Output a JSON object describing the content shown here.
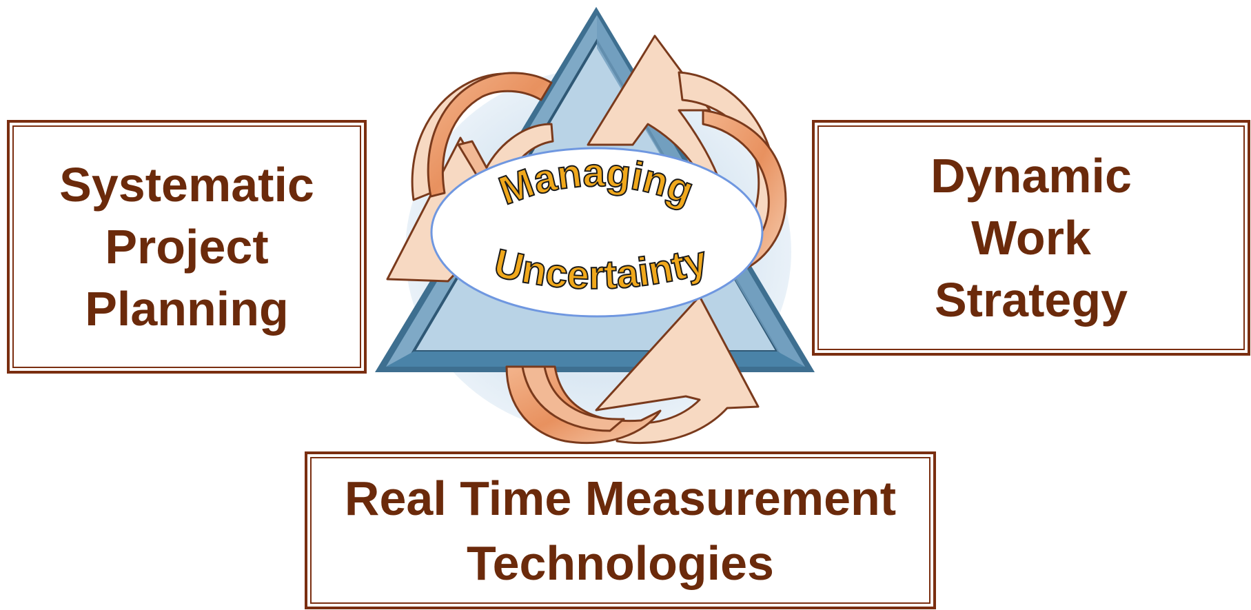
{
  "center": {
    "word1": "Managing",
    "word2": "Uncertainty"
  },
  "boxes": {
    "left": {
      "lines": [
        "Systematic",
        "Project",
        "Planning"
      ]
    },
    "right": {
      "lines": [
        "Dynamic",
        "Work",
        "Strategy"
      ]
    },
    "bottom": {
      "lines": [
        "Real Time Measurement",
        "Technologies"
      ]
    }
  },
  "colors": {
    "border": "#7a2e10",
    "text": "#6b2a0b",
    "triangle_dark": "#3d6f8e",
    "triangle_light": "#b9d3e6",
    "arrow_fill": "#f7d9c2",
    "arrow_stroke": "#7a3a1c",
    "ellipse_stroke": "#6f97e0",
    "center_text": "#f0a81c"
  }
}
